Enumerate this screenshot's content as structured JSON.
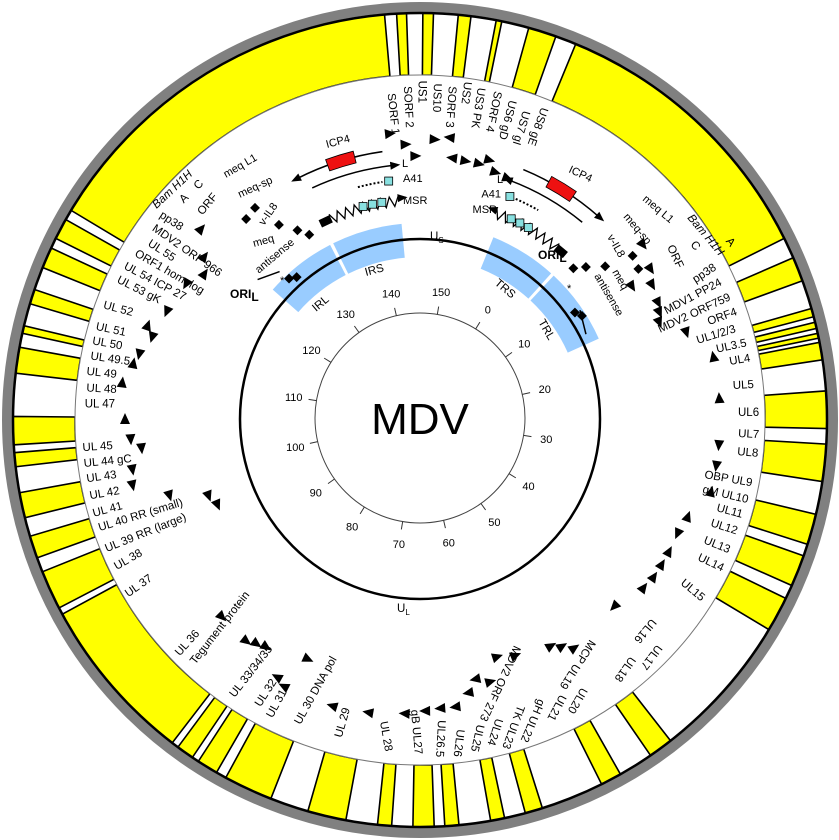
{
  "title": "MDV",
  "colors": {
    "yellow": "#ffff00",
    "ring_gray": "#808080",
    "repeat_blue": "#99ccff",
    "icp4_red": "#ee1111",
    "marker_cyan": "#88e0e0"
  },
  "scale": {
    "ticks": [
      "0",
      "10",
      "20",
      "30",
      "40",
      "50",
      "60",
      "70",
      "80",
      "90",
      "100",
      "110",
      "120",
      "130",
      "140",
      "150"
    ]
  },
  "regions": {
    "us": {
      "main": "U",
      "sub": "S"
    },
    "ul": {
      "main": "U",
      "sub": "L"
    },
    "irl": "IRL",
    "irs": "IRS",
    "trs": "TRS",
    "trl": "TRL"
  },
  "features": {
    "icp4": "ICP4",
    "l": "L",
    "a41": "A41",
    "msr": "MSR",
    "meq_l1": "meq  L1",
    "meq_sp": "meq-sp",
    "v_il8": "v-IL8",
    "meq": "meq",
    "antisense": "antisense",
    "ori": "ORI",
    "ori_sub": "L",
    "asterisk": "*"
  },
  "genes": [
    "Bam H1H",
    "A",
    "C",
    "ORF",
    "pp38",
    "MDV2 ORF 966",
    "UL 55",
    "ORF1 homolog",
    "UL 54 ICP 27",
    "UL 53 gK",
    "UL 52",
    "UL 51",
    "UL 50",
    "UL 49.5",
    "UL 49",
    "UL 48",
    "UL 47",
    "UL 45",
    "UL 44 gC",
    "UL 43",
    "UL 42",
    "UL 41",
    "UL 40 RR (small)",
    "UL 39 RR (large)",
    "UL 38",
    "UL 37",
    "UL 36",
    "Tegument protein",
    "UL 33/34/35",
    "UL 32",
    "UL 31",
    "UL 30 DNA pol",
    "UL 29",
    "UL 28",
    "gB UL27",
    "UL26.5",
    "UL26",
    "UL25",
    "UL24",
    "TK UL23",
    "gH UL22",
    "MDV2 ORF 273",
    "UL21",
    "UL20",
    "MCP UL19",
    "UL18",
    "UL17",
    "UL16",
    "UL15",
    "UL14",
    "UL13",
    "UL12",
    "UL11",
    "gM UL10",
    "OBP UL9",
    "UL8",
    "UL7",
    "UL6",
    "UL5",
    "UL4",
    "UL3.5",
    "UL1/2/3",
    "ORF4",
    "MDV2 ORF759",
    "MDV1 PP24",
    "pp38",
    "Bam H1H",
    "A",
    "C",
    "ORF",
    "SORF 1",
    "SORF 2",
    "US1",
    "US10",
    "SORF 3",
    "US2",
    "US3 PK",
    "SORF 4",
    "US6 gD",
    "US7 gI",
    "US8 gE"
  ]
}
